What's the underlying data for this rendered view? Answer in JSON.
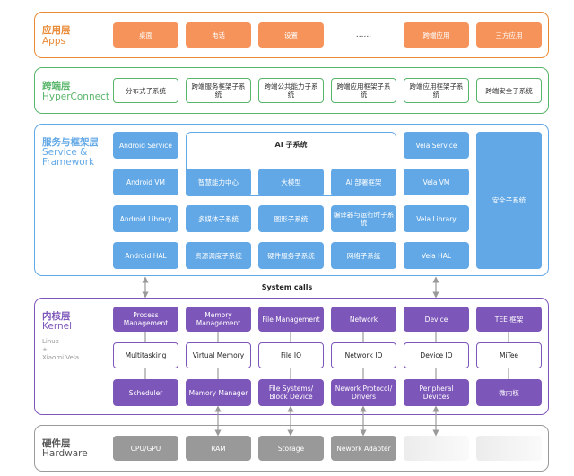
{
  "colors": {
    "apps": "#e98a36",
    "hyper": "#58b56a",
    "service": "#62a8e6",
    "kernel": "#7d56b9",
    "hardware": "#999999"
  },
  "apps": {
    "title": "应用层",
    "subtitle": "Apps",
    "items": [
      "桌面",
      "电话",
      "设置",
      "......",
      "跨端应用",
      "三方应用"
    ]
  },
  "hyper": {
    "title": "跨端层",
    "subtitle": "HyperConnect",
    "items": [
      "分布式子系统",
      "跨端服务框架子系统",
      "跨端公共能力子系统",
      "跨端应用框架子系统",
      "跨端应用框架子系统",
      "跨端安全子系统"
    ]
  },
  "service": {
    "title": "服务与框架层",
    "subtitle1": "Service &",
    "subtitle2": "Framework",
    "android": [
      "Android Service",
      "Android VM",
      "Android Library",
      "Android HAL"
    ],
    "ai_title": "AI 子系统",
    "ai_items": [
      "智慧能力中心",
      "大模型",
      "AI 部署框架"
    ],
    "middle_row1": [
      "多媒体子系统",
      "图形子系统",
      "编译器与运行时子系统"
    ],
    "middle_row2": [
      "资源调度子系统",
      "硬件服务子系统",
      "网络子系统"
    ],
    "vela": [
      "Vela Service",
      "Vela VM",
      "Vela Library",
      "Vela HAL"
    ],
    "security": "安全子系统"
  },
  "system_calls": "System calls",
  "kernel": {
    "title": "内核层",
    "subtitle": "Kernel",
    "note1": "Linux",
    "note2": "+",
    "note3": "Xiaomi Vela",
    "row1": [
      "Process Management",
      "Memory Management",
      "File Management",
      "Network",
      "Device",
      "TEE 框架"
    ],
    "row2": [
      "Multitasking",
      "Virtual Memory",
      "File IO",
      "Network IO",
      "Device IO",
      "MiTee"
    ],
    "row3": [
      "Scheduler",
      "Memory Manager",
      "File Systems/ Block Device",
      "Nework Protocol/ Drivers",
      "Peripheral Devices",
      "微内核"
    ]
  },
  "hardware": {
    "title": "硬件层",
    "subtitle": "Hardware",
    "items": [
      "CPU/GPU",
      "RAM",
      "Storage",
      "Nework Adapter"
    ]
  }
}
